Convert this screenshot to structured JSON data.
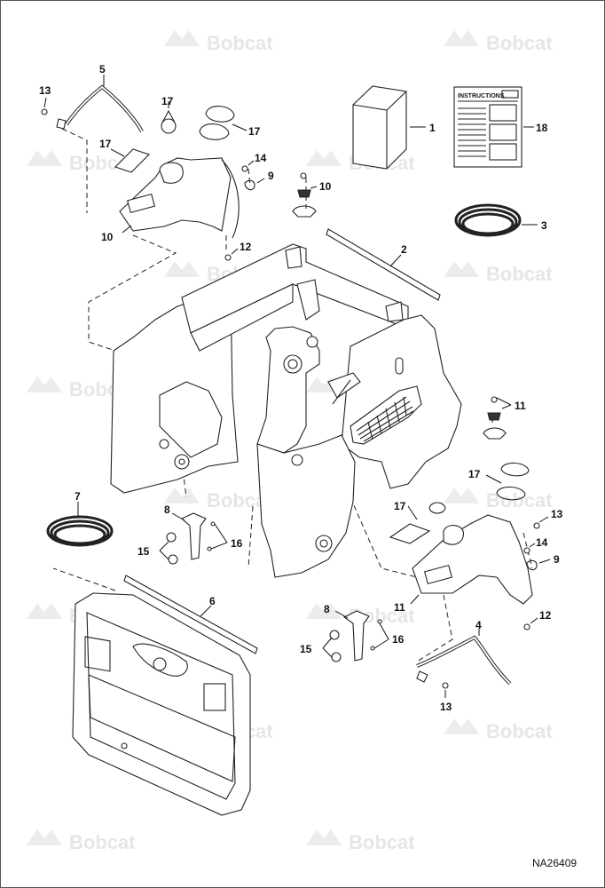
{
  "watermark": {
    "brand": "Bobcat"
  },
  "drawing_number": "NA26409",
  "instructions_title": "INSTRUCTIONS",
  "callouts": {
    "c1": "1",
    "c2": "2",
    "c3": "3",
    "c4": "4",
    "c5": "5",
    "c6": "6",
    "c7": "7",
    "c8a": "8",
    "c8b": "8",
    "c9a": "9",
    "c9b": "9",
    "c10a": "10",
    "c10b": "10",
    "c11a": "11",
    "c11b": "11",
    "c12a": "12",
    "c12b": "12",
    "c13a": "13",
    "c13b": "13",
    "c13c": "13",
    "c14a": "14",
    "c14b": "14",
    "c15a": "15",
    "c15b": "15",
    "c16a": "16",
    "c16b": "16",
    "c17a": "17",
    "c17b": "17",
    "c17c": "17",
    "c17d": "17",
    "c17e": "17",
    "c18": "18"
  }
}
